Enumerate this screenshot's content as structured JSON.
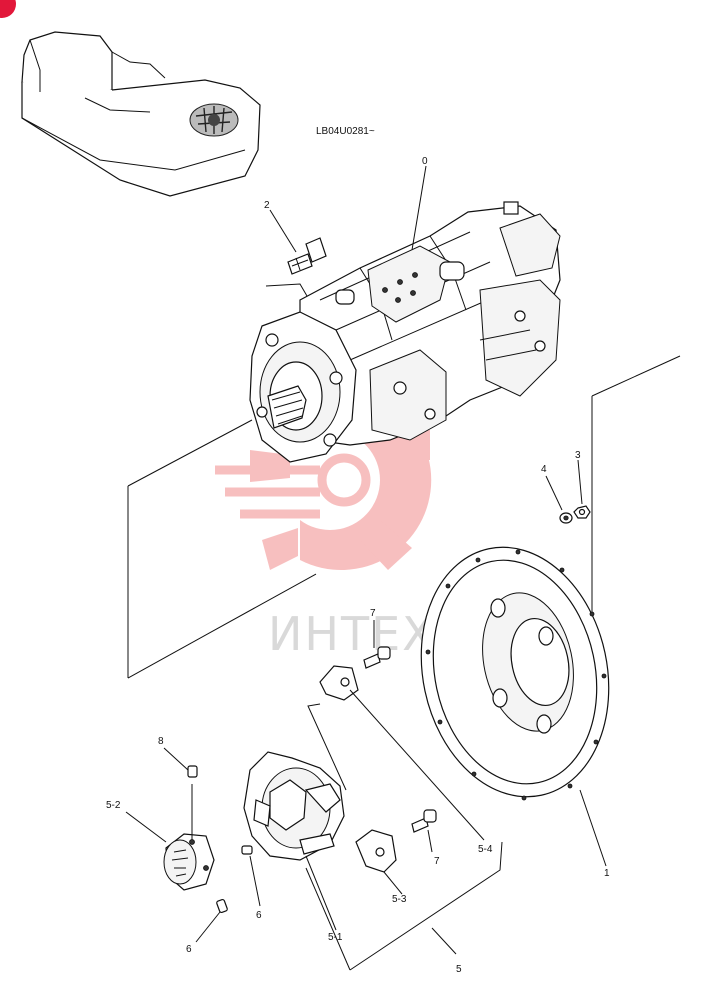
{
  "diagram": {
    "code": "LB04U0281~",
    "watermark": "ИНТЕХ",
    "callouts": {
      "c0": "0",
      "c1": "1",
      "c2": "2",
      "c3": "3",
      "c4": "4",
      "c5": "5",
      "c5_1": "5-1",
      "c5_2": "5-2",
      "c5_3": "5-3",
      "c5_4": "5-4",
      "c6a": "6",
      "c6b": "6",
      "c7a": "7",
      "c7b": "7",
      "c8": "8"
    },
    "colors": {
      "watermark_logo": "#f28b8b",
      "watermark_text": "#d9d9d9",
      "corner_badge": "#e2173a"
    }
  }
}
